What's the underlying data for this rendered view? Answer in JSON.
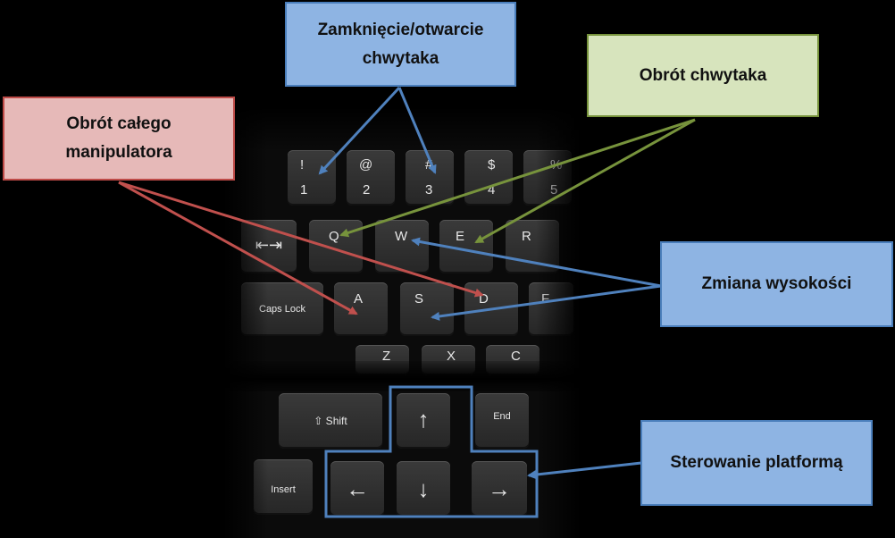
{
  "callouts": {
    "gripper_open_close": "Zamknięcie/otwarcie chwytaka",
    "gripper_rotation": "Obrót chwytaka",
    "manipulator_rotation": "Obrót całego manipulatora",
    "height_change": "Zmiana wysokości",
    "platform_control": "Sterowanie platformą"
  },
  "keys": {
    "k1_top": "!",
    "k1_bottom": "1",
    "k2_top": "@",
    "k2_bottom": "2",
    "k3_top": "#",
    "k3_bottom": "3",
    "k4_top": "$",
    "k4_bottom": "4",
    "k5_top": "%",
    "k5_bottom": "5",
    "tab_glyph": "⇤⇥",
    "q": "Q",
    "w": "W",
    "e": "E",
    "r": "R",
    "caps": "Caps Lock",
    "a": "A",
    "s": "S",
    "d": "D",
    "f": "F",
    "z": "Z",
    "x": "X",
    "c": "C",
    "shift": "⇧ Shift",
    "end": "End",
    "insert": "Insert",
    "up": "↑",
    "left": "←",
    "down": "↓",
    "right": "→"
  },
  "colors": {
    "blue_arrow": "#4f81bd",
    "green_arrow": "#77933c",
    "red_arrow": "#c0504d",
    "arrow_group_outline": "#4f81bd"
  }
}
